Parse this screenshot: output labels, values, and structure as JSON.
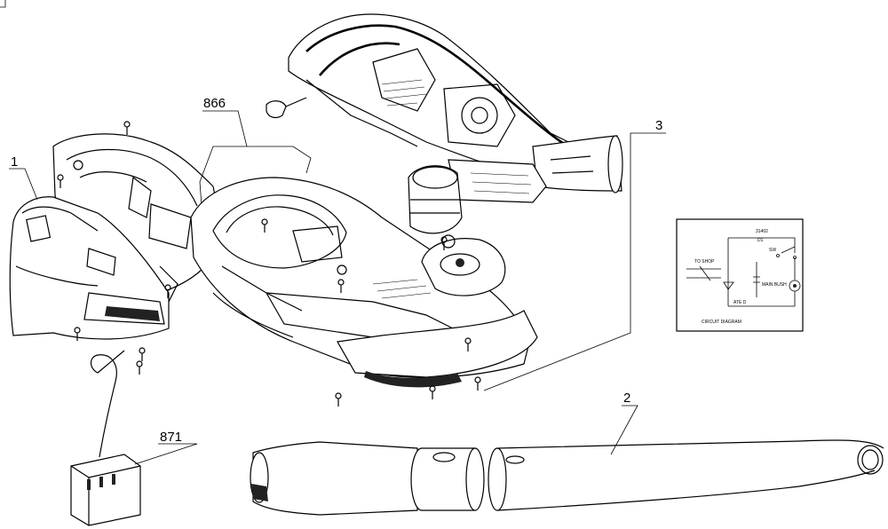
{
  "callouts": {
    "housing_left": "1",
    "tube": "2",
    "motor_assembly": "3",
    "housing_right": "866",
    "charger": "871"
  },
  "circuit_diagram": {
    "title": "CIRCUIT DIAGRAM",
    "part_number": "31402",
    "labels": [
      "D1",
      "SW",
      "TO SHOP",
      "ATE D",
      "MAIN BUSH"
    ]
  },
  "colors": {
    "ink": "#000000",
    "paper": "#ffffff"
  }
}
